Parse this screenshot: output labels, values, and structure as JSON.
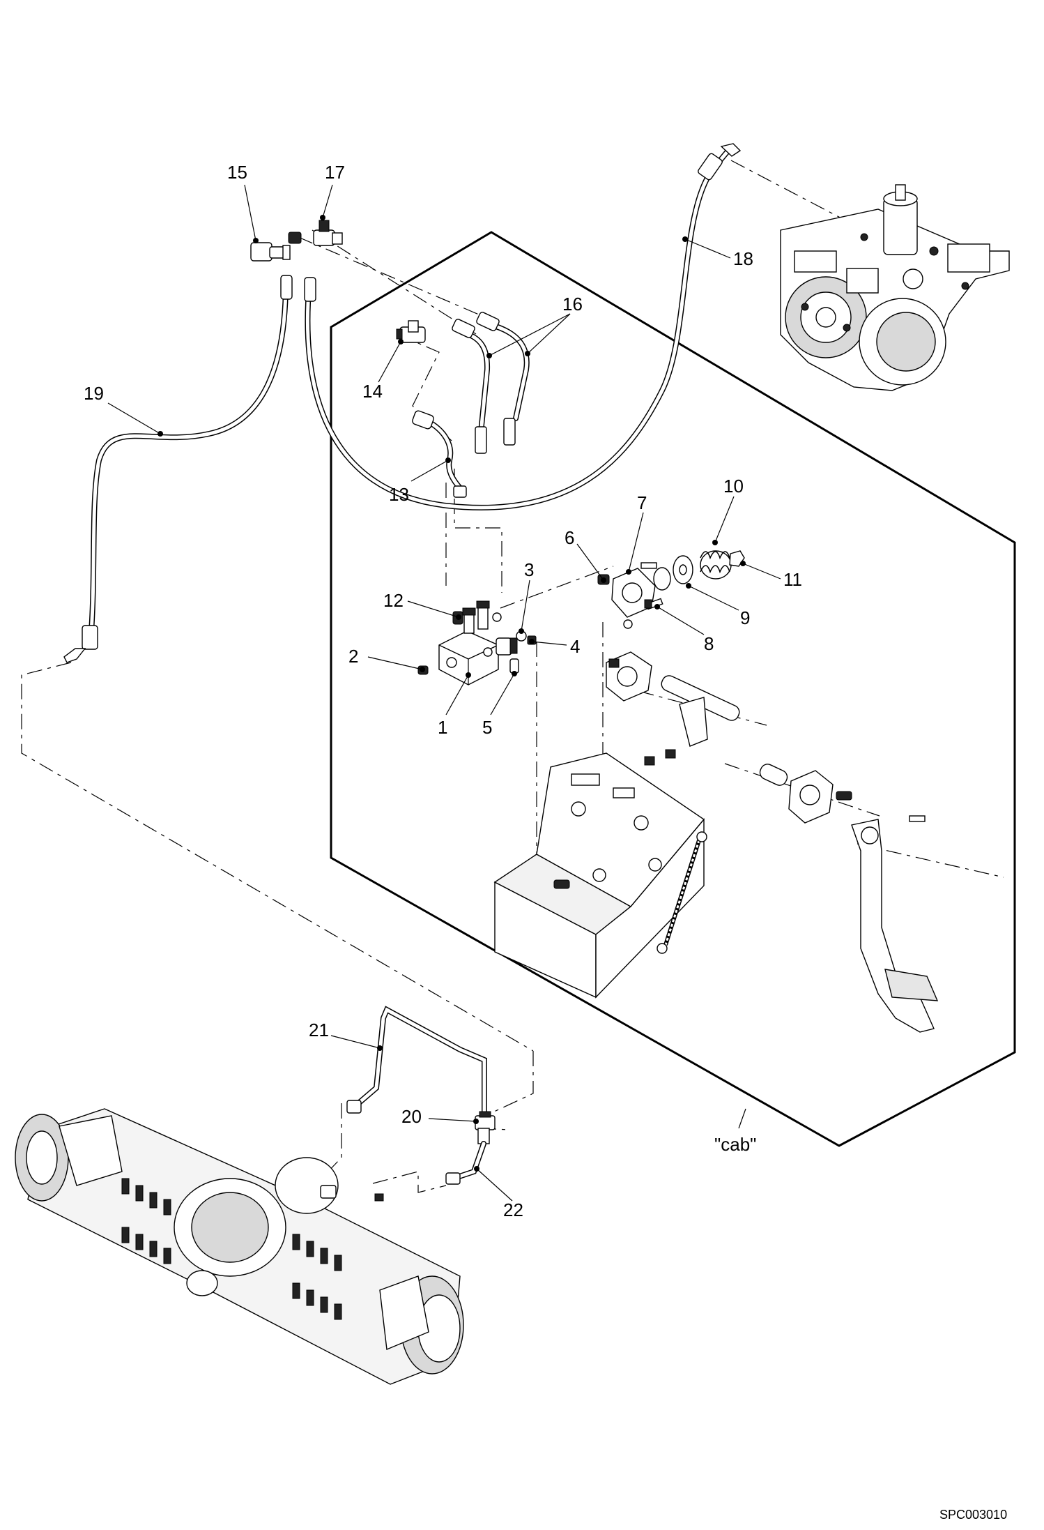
{
  "callouts": {
    "n1": "1",
    "n2": "2",
    "n3": "3",
    "n4": "4",
    "n5": "5",
    "n6": "6",
    "n7": "7",
    "n8": "8",
    "n9": "9",
    "n10": "10",
    "n11": "11",
    "n12": "12",
    "n13": "13",
    "n14": "14",
    "n15": "15",
    "n16": "16",
    "n17": "17",
    "n18": "18",
    "n19": "19",
    "n20": "20",
    "n21": "21",
    "n22": "22"
  },
  "cab_label": "\"cab\"",
  "drawing_ref": "SPC003010"
}
